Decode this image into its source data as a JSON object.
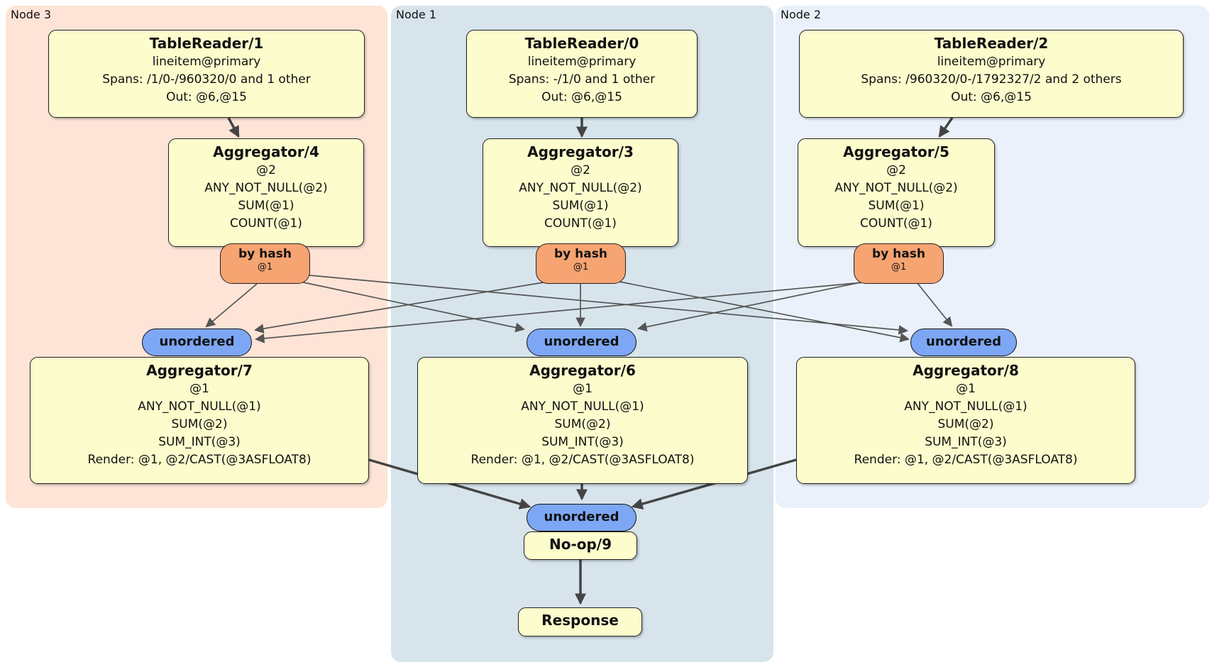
{
  "regions": [
    {
      "id": "node3",
      "label": "Node 3"
    },
    {
      "id": "node1",
      "label": "Node 1"
    },
    {
      "id": "node2",
      "label": "Node 2"
    }
  ],
  "processors": {
    "tablereader1": {
      "title": "TableReader/1",
      "lines": [
        "lineitem@primary",
        "Spans: /1/0-/960320/0 and 1 other",
        "Out: @6,@15"
      ]
    },
    "tablereader0": {
      "title": "TableReader/0",
      "lines": [
        "lineitem@primary",
        "Spans: -/1/0 and 1 other",
        "Out: @6,@15"
      ]
    },
    "tablereader2": {
      "title": "TableReader/2",
      "lines": [
        "lineitem@primary",
        "Spans: /960320/0-/1792327/2 and 2 others",
        "Out: @6,@15"
      ]
    },
    "aggregator4": {
      "title": "Aggregator/4",
      "lines": [
        "@2",
        "ANY_NOT_NULL(@2)",
        "SUM(@1)",
        "COUNT(@1)"
      ]
    },
    "aggregator3": {
      "title": "Aggregator/3",
      "lines": [
        "@2",
        "ANY_NOT_NULL(@2)",
        "SUM(@1)",
        "COUNT(@1)"
      ]
    },
    "aggregator5": {
      "title": "Aggregator/5",
      "lines": [
        "@2",
        "ANY_NOT_NULL(@2)",
        "SUM(@1)",
        "COUNT(@1)"
      ]
    },
    "aggregator7": {
      "title": "Aggregator/7",
      "lines": [
        "@1",
        "ANY_NOT_NULL(@1)",
        "SUM(@2)",
        "SUM_INT(@3)",
        "Render: @1, @2/CAST(@3ASFLOAT8)"
      ]
    },
    "aggregator6": {
      "title": "Aggregator/6",
      "lines": [
        "@1",
        "ANY_NOT_NULL(@1)",
        "SUM(@2)",
        "SUM_INT(@3)",
        "Render: @1, @2/CAST(@3ASFLOAT8)"
      ]
    },
    "aggregator8": {
      "title": "Aggregator/8",
      "lines": [
        "@1",
        "ANY_NOT_NULL(@1)",
        "SUM(@2)",
        "SUM_INT(@3)",
        "Render: @1, @2/CAST(@3ASFLOAT8)"
      ]
    },
    "noop": {
      "title": "No-op/9"
    },
    "response": {
      "title": "Response"
    }
  },
  "router": {
    "label": "by hash",
    "key": "@1"
  },
  "stream": {
    "label": "unordered"
  },
  "colors": {
    "node3_bg": "#fde4d7",
    "node1_bg": "#d7e4ec",
    "node2_bg": "#eaf1fa",
    "box_fill": "#fcfccd",
    "router_fill": "#f6a472",
    "stream_fill": "#7da7f5",
    "edge_thin": "#555555",
    "edge_thick": "#444444"
  }
}
